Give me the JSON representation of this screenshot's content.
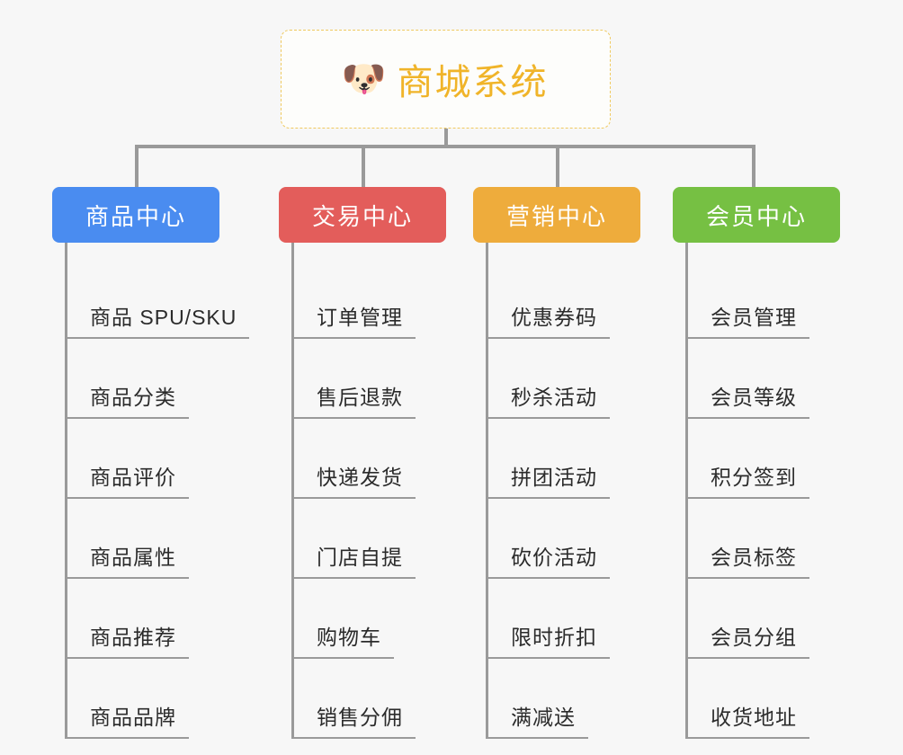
{
  "canvas": {
    "background": "#f7f7f7",
    "connector_color": "#9a9a9a"
  },
  "root": {
    "title": "商城系统",
    "icon": "shiba-dog-face-icon",
    "icon_glyph": "🐶",
    "text_color": "#f0b429",
    "border_color": "#efc95f",
    "background": "#fdfdfb"
  },
  "categories": [
    {
      "label": "商品中心",
      "color": "#4a8cf0",
      "items": [
        {
          "label": "商品 SPU/SKU"
        },
        {
          "label": "商品分类"
        },
        {
          "label": "商品评价"
        },
        {
          "label": "商品属性"
        },
        {
          "label": "商品推荐"
        },
        {
          "label": "商品品牌"
        }
      ]
    },
    {
      "label": "交易中心",
      "color": "#e35d5b",
      "items": [
        {
          "label": "订单管理"
        },
        {
          "label": "售后退款"
        },
        {
          "label": "快递发货"
        },
        {
          "label": "门店自提"
        },
        {
          "label": "购物车"
        },
        {
          "label": "销售分佣"
        }
      ]
    },
    {
      "label": "营销中心",
      "color": "#eeac3c",
      "items": [
        {
          "label": "优惠券码"
        },
        {
          "label": "秒杀活动"
        },
        {
          "label": "拼团活动"
        },
        {
          "label": "砍价活动"
        },
        {
          "label": "限时折扣"
        },
        {
          "label": "满减送"
        }
      ]
    },
    {
      "label": "会员中心",
      "color": "#76c043",
      "items": [
        {
          "label": "会员管理"
        },
        {
          "label": "会员等级"
        },
        {
          "label": "积分签到"
        },
        {
          "label": "会员标签"
        },
        {
          "label": "会员分组"
        },
        {
          "label": "收货地址"
        }
      ]
    }
  ]
}
